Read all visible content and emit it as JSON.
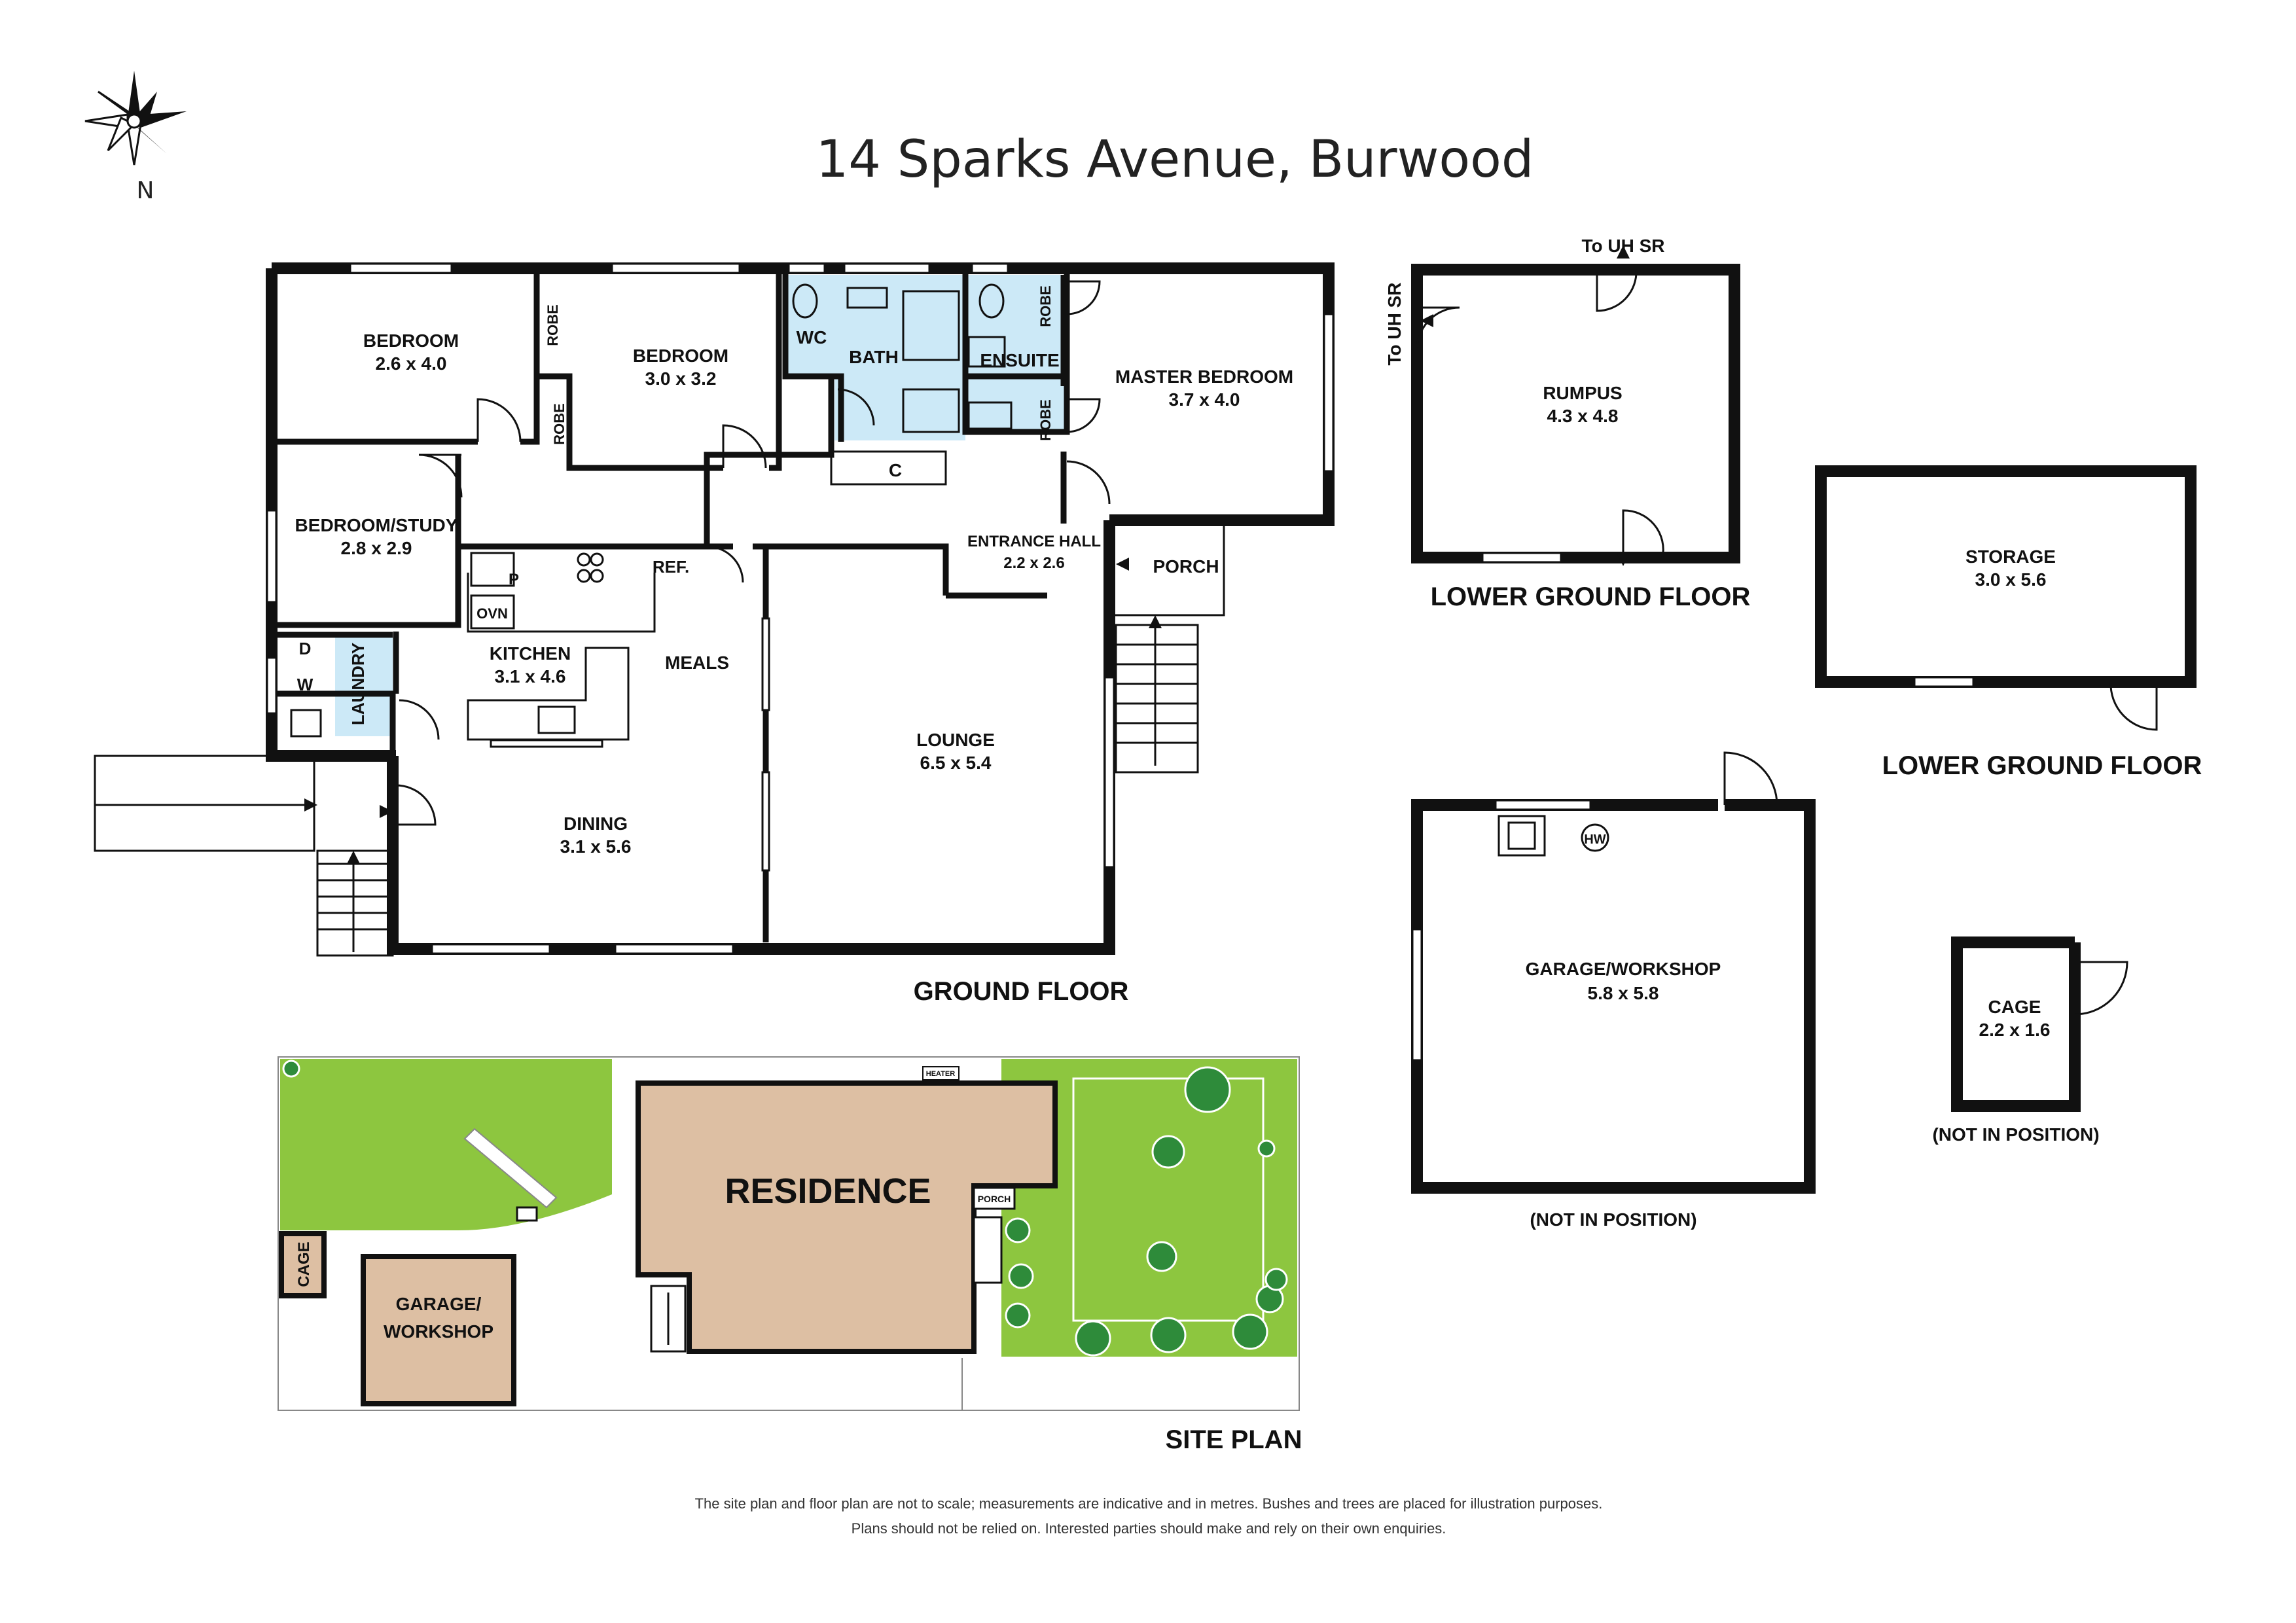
{
  "title": "14 Sparks Avenue, Burwood",
  "compass": {
    "north_label": "N"
  },
  "ground_floor": {
    "caption": "GROUND FLOOR",
    "rooms": {
      "bedroom1": {
        "name": "BEDROOM",
        "size": "2.6 x 4.0"
      },
      "bedroom2": {
        "name": "BEDROOM",
        "size": "3.0 x 3.2"
      },
      "master": {
        "name": "MASTER BEDROOM",
        "size": "3.7 x 4.0"
      },
      "study": {
        "name": "BEDROOM/STUDY",
        "size": "2.8 x 2.9"
      },
      "kitchen": {
        "name": "KITCHEN",
        "size": "3.1 x 4.6"
      },
      "meals": {
        "name": "MEALS"
      },
      "lounge": {
        "name": "LOUNGE",
        "size": "6.5 x 5.4"
      },
      "dining": {
        "name": "DINING",
        "size": "3.1 x 5.6"
      },
      "entrance": {
        "name": "ENTRANCE HALL",
        "size": "2.2 x 2.6"
      },
      "porch": {
        "name": "PORCH"
      },
      "laundry": {
        "name": "LAUNDRY"
      }
    },
    "small_labels": {
      "robe": "ROBE",
      "wc": "WC",
      "bath": "BATH",
      "ensuite": "ENSUITE",
      "c": "C",
      "p": "P",
      "ovn": "OVN",
      "ref": "REF.",
      "d": "D",
      "w": "W"
    }
  },
  "rumpus_floor": {
    "caption": "LOWER GROUND FLOOR",
    "room": {
      "name": "RUMPUS",
      "size": "4.3 x 4.8"
    },
    "to_uh_sr": "To UH SR"
  },
  "storage_floor": {
    "caption": "LOWER GROUND FLOOR",
    "room": {
      "name": "STORAGE",
      "size": "3.0 x 5.6"
    }
  },
  "garage": {
    "room": {
      "name": "GARAGE/WORKSHOP",
      "size": "5.8 x 5.8"
    },
    "hw": "HW",
    "note": "(NOT IN POSITION)"
  },
  "cage": {
    "room": {
      "name": "CAGE",
      "size": "2.2 x 1.6"
    },
    "note": "(NOT IN POSITION)"
  },
  "site_plan": {
    "caption": "SITE PLAN",
    "residence": "RESIDENCE",
    "garage_line1": "GARAGE/",
    "garage_line2": "WORKSHOP",
    "cage": "CAGE",
    "porch": "PORCH",
    "heater": "HEATER"
  },
  "disclaimer": {
    "line1": "The site plan and floor plan are not to scale; measurements are indicative and in metres. Bushes and trees are placed for illustration purposes.",
    "line2": "Plans should not be relied on. Interested parties should make and rely on their own enquiries."
  },
  "colors": {
    "wall": "#111111",
    "wet_area": "#cce9f7",
    "lawn": "#8dc63f",
    "building": "#ddbfa3"
  }
}
